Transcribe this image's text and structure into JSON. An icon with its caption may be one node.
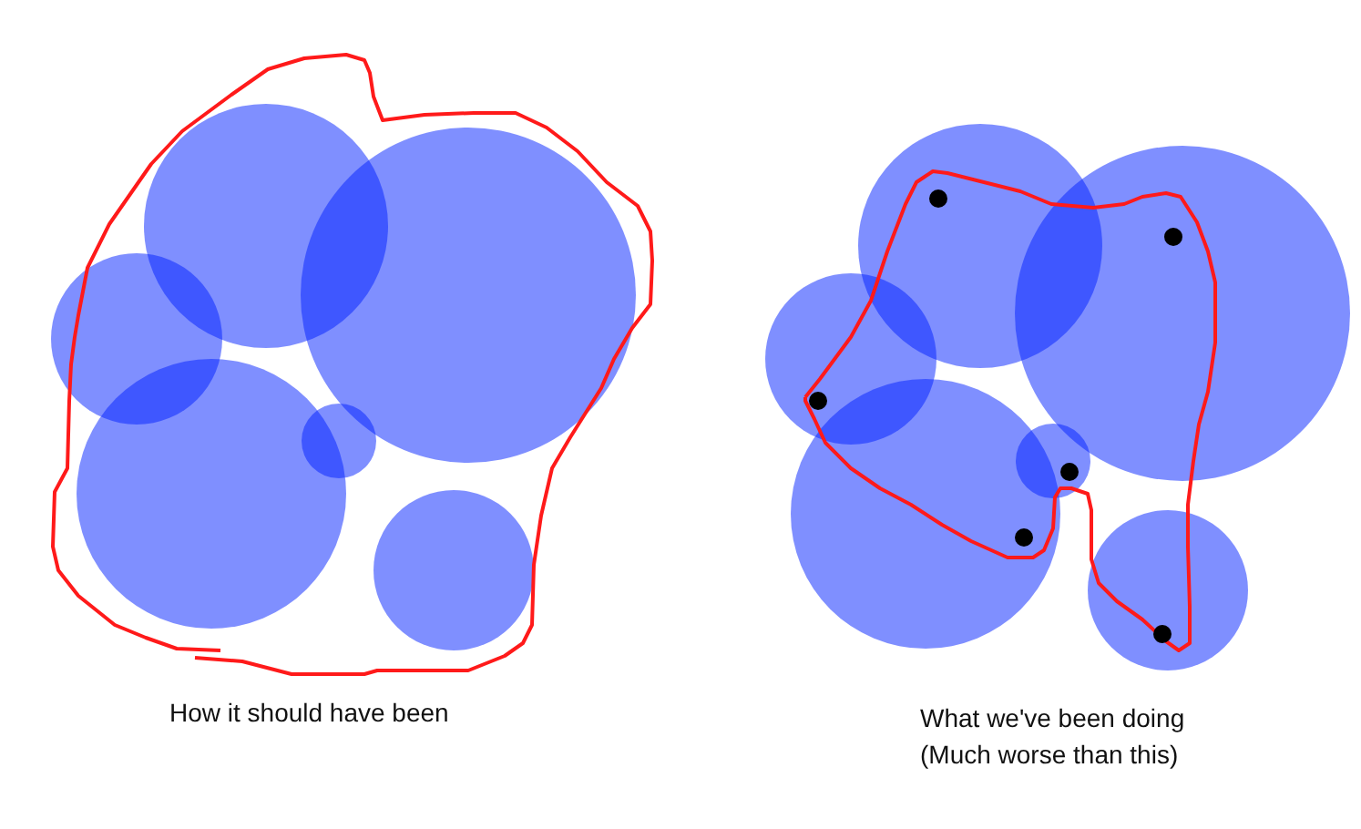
{
  "diagram": {
    "labels": [
      "How it should have been",
      "What we've been doing",
      "(Much worse than this)"
    ]
  }
}
